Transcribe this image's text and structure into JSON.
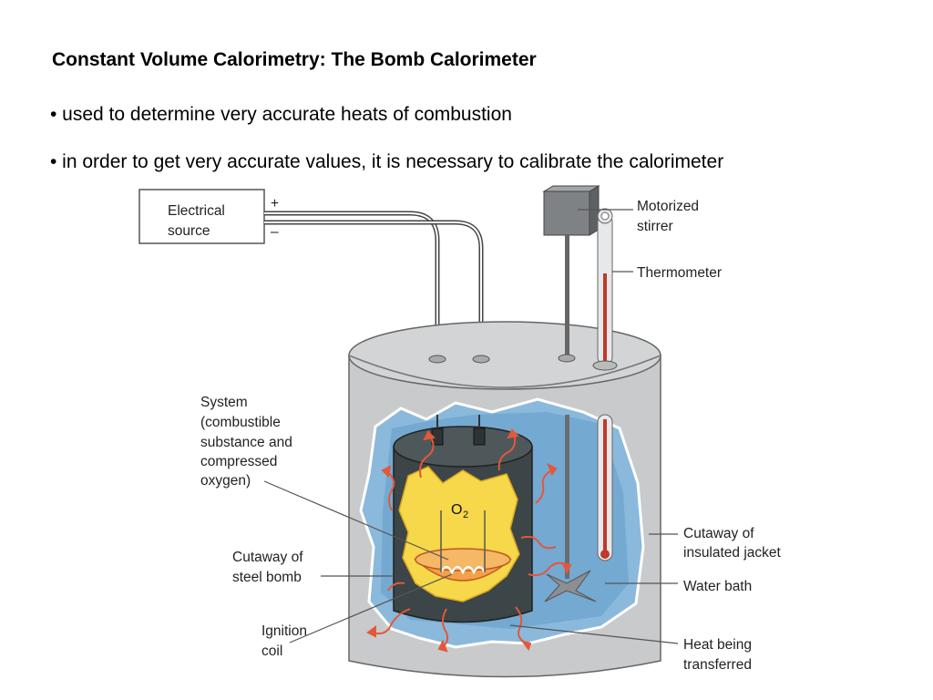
{
  "title": "Constant Volume Calorimetry: The Bomb Calorimeter",
  "bullets": [
    "• used to determine very accurate heats of combustion",
    "• in order to get very accurate values, it is necessary to calibrate the calorimeter"
  ],
  "diagram": {
    "source_box": [
      "Electrical",
      "source"
    ],
    "plus": "+",
    "minus": "–",
    "oxygen_label": "O",
    "oxygen_subscript": "2",
    "labels": {
      "motorized_stirrer": [
        "Motorized",
        "stirrer"
      ],
      "thermometer": [
        "Thermometer"
      ],
      "system": [
        "System",
        "(combustible",
        "substance and",
        "compressed",
        "oxygen)"
      ],
      "cutaway_bomb": [
        "Cutaway of",
        "steel bomb"
      ],
      "ignition_coil": [
        "Ignition",
        "coil"
      ],
      "cutaway_jacket": [
        "Cutaway of",
        "insulated jacket"
      ],
      "water_bath": [
        "Water bath"
      ],
      "heat_transferred": [
        "Heat being",
        "transferred"
      ]
    },
    "colors": {
      "jacket": "#c9cacc",
      "water": "#7fb1d8",
      "bomb": "#3c4547",
      "flame": "#f6d84a",
      "mercury": "#c0392b",
      "heat_arrow": "#e2583a"
    }
  }
}
